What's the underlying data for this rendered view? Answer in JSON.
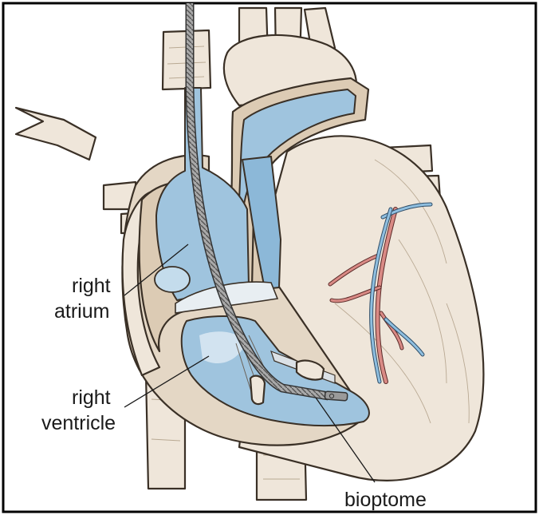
{
  "labels": {
    "right_atrium_line1": "right",
    "right_atrium_line2": "atrium",
    "right_ventricle_line1": "right",
    "right_ventricle_line2": "ventricle",
    "bioptome": "bioptome"
  },
  "colors": {
    "tissue": "#efe6da",
    "tissue_shadow": "#dccbb4",
    "blood_chamber": "#9fc4de",
    "artery": "#d98a85",
    "vein": "#8fbfe0",
    "catheter": "#9a9a9a",
    "border": "#000000"
  }
}
